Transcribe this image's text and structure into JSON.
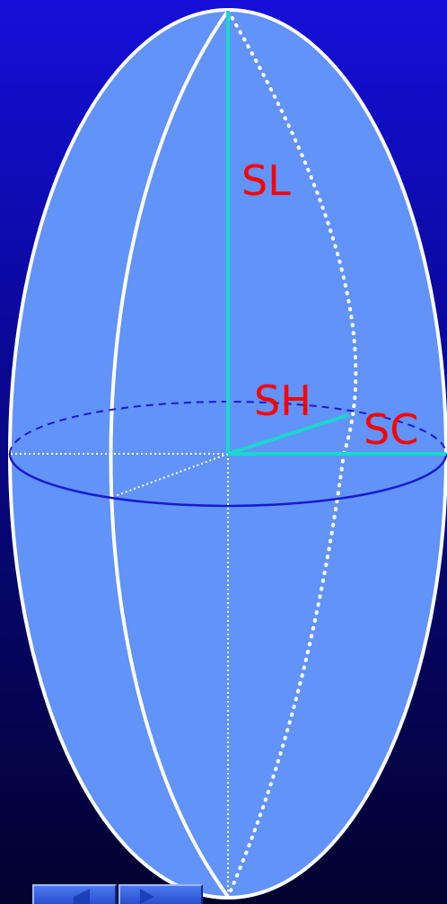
{
  "diagram": {
    "labels": {
      "sl": "SL",
      "sh": "SH",
      "sc": "SC"
    },
    "colors": {
      "fill": "#6193f8",
      "outline": "#ffffff",
      "axis": "#1ad8cc",
      "label": "#ff0000",
      "equator": "#1a1acc",
      "hidden": "#ffffff"
    }
  },
  "navigation": {
    "prev_icon": "left-triangle-icon",
    "next_icon": "right-triangle-icon"
  }
}
